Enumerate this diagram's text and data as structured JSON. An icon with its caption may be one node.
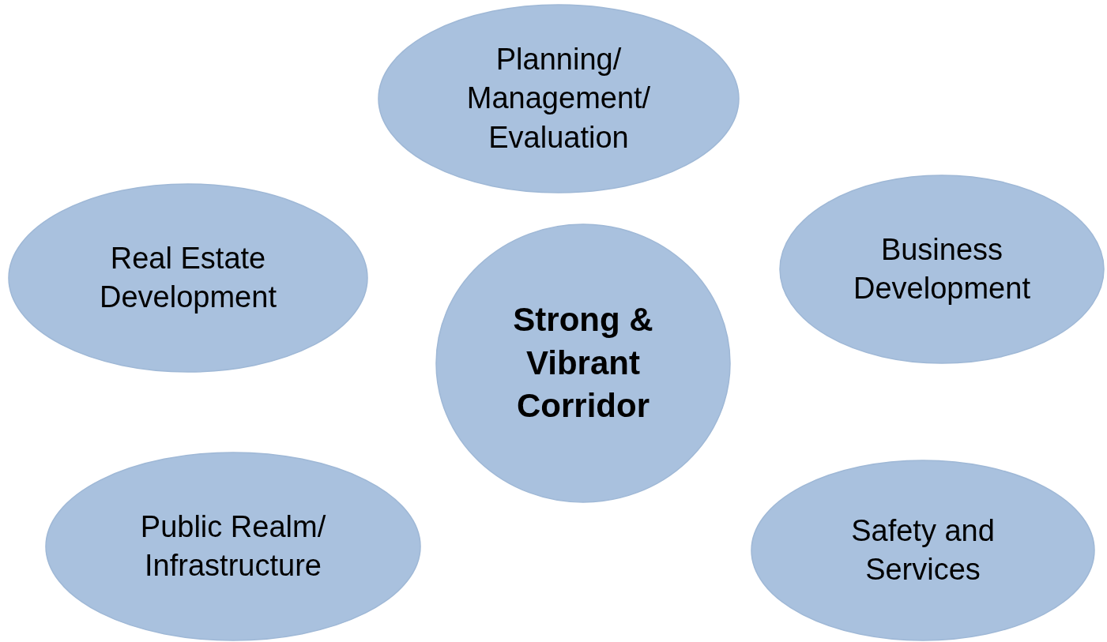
{
  "diagram": {
    "nodes": [
      {
        "text": [
          "Planning/ Management/ Evaluation"
        ]
      },
      {
        "text": [
          "Real Estate Development"
        ]
      },
      {
        "text": [
          "Business Development"
        ]
      },
      {
        "text": [
          "Strong & Vibrant Corridor"
        ]
      },
      {
        "text": [
          "Public Realm/ Infrastructure"
        ]
      },
      {
        "text": [
          "Safety and Services"
        ]
      }
    ]
  }
}
